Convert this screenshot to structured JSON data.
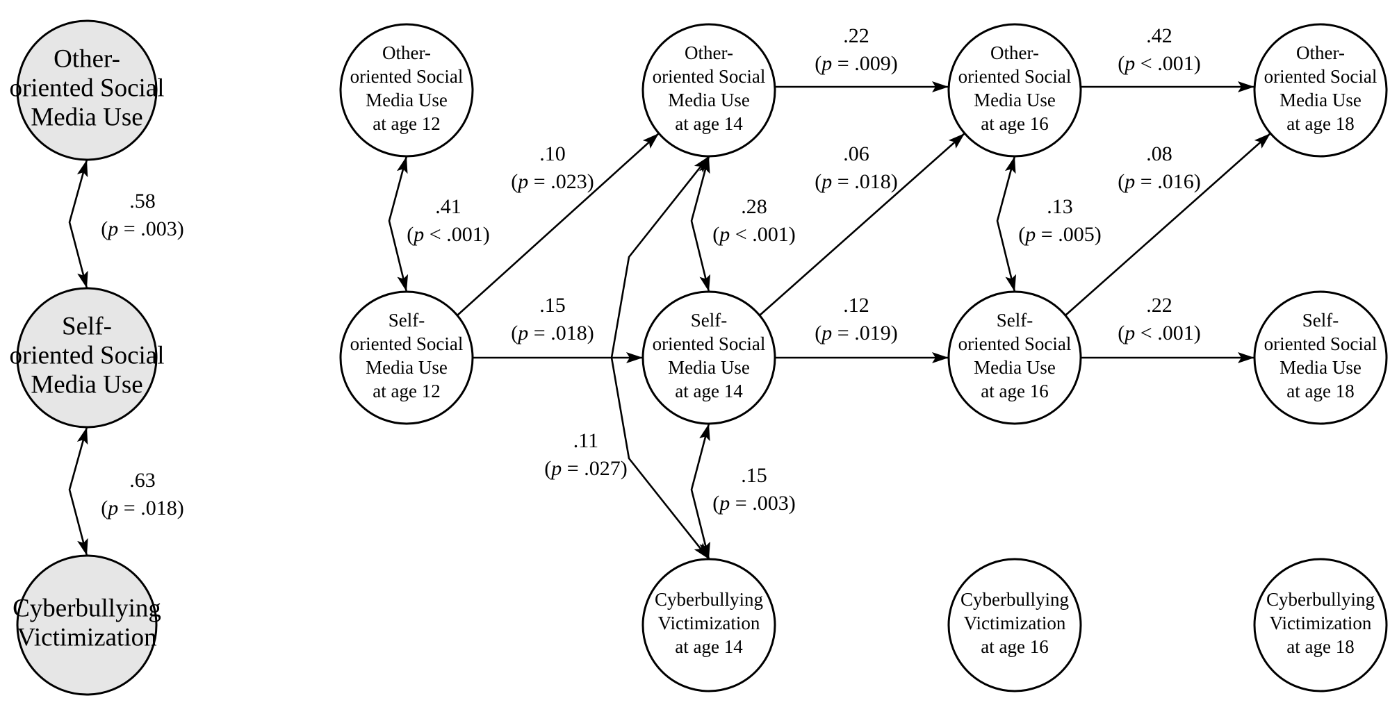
{
  "nodes": [
    {
      "id": "lat_other",
      "lines": [
        "Other-",
        "oriented Social",
        "Media Use"
      ],
      "shade": "#e6e6e6"
    },
    {
      "id": "lat_self",
      "lines": [
        "Self-",
        "oriented Social",
        "Media Use"
      ],
      "shade": "#e6e6e6"
    },
    {
      "id": "lat_cyber",
      "lines": [
        "Cyberbullying",
        "Victimization"
      ],
      "shade": "#e6e6e6"
    },
    {
      "id": "o12",
      "lines": [
        "Other-",
        "oriented Social",
        "Media Use",
        "at age 12"
      ]
    },
    {
      "id": "o14",
      "lines": [
        "Other-",
        "oriented Social",
        "Media Use",
        "at age 14"
      ]
    },
    {
      "id": "o16",
      "lines": [
        "Other-",
        "oriented Social",
        "Media Use",
        "at age 16"
      ]
    },
    {
      "id": "o18",
      "lines": [
        "Other-",
        "oriented Social",
        "Media Use",
        "at age 18"
      ]
    },
    {
      "id": "s12",
      "lines": [
        "Self-",
        "oriented Social",
        "Media Use",
        "at age 12"
      ]
    },
    {
      "id": "s14",
      "lines": [
        "Self-",
        "oriented Social",
        "Media Use",
        "at age 14"
      ]
    },
    {
      "id": "s16",
      "lines": [
        "Self-",
        "oriented Social",
        "Media Use",
        "at age 16"
      ]
    },
    {
      "id": "s18",
      "lines": [
        "Self-",
        "oriented Social",
        "Media Use",
        "at age 18"
      ]
    },
    {
      "id": "c14",
      "lines": [
        "Cyberbullying",
        "Victimization",
        "at age 14"
      ]
    },
    {
      "id": "c16",
      "lines": [
        "Cyberbullying",
        "Victimization",
        "at age 16"
      ]
    },
    {
      "id": "c18",
      "lines": [
        "Cyberbullying",
        "Victimization",
        "at age 18"
      ]
    }
  ],
  "edges": [
    {
      "id": "e_lat_os",
      "from": "lat_other",
      "to": "lat_self",
      "kind": "covariance",
      "coef": ".58",
      "p": "(p = .003)"
    },
    {
      "id": "e_lat_sc",
      "from": "lat_self",
      "to": "lat_cyber",
      "kind": "covariance",
      "coef": ".63",
      "p": "(p = .018)"
    },
    {
      "id": "e_o12_s12",
      "from": "o12",
      "to": "s12",
      "kind": "covariance",
      "coef": ".41",
      "p": "(p < .001)"
    },
    {
      "id": "e_s12_o14",
      "from": "s12",
      "to": "o14",
      "kind": "path",
      "coef": ".10",
      "p": "(p = .023)"
    },
    {
      "id": "e_s12_s14",
      "from": "s12",
      "to": "s14",
      "kind": "path",
      "coef": ".15",
      "p": "(p = .018)"
    },
    {
      "id": "e_o14_c14",
      "from": "o14",
      "to": "c14",
      "kind": "covariance",
      "coef": ".11",
      "p": "(p = .027)"
    },
    {
      "id": "e_o14_s14",
      "from": "o14",
      "to": "s14",
      "kind": "covariance",
      "coef": ".28",
      "p": "(p < .001)"
    },
    {
      "id": "e_s14_c14",
      "from": "s14",
      "to": "c14",
      "kind": "covariance",
      "coef": ".15",
      "p": "(p = .003)"
    },
    {
      "id": "e_o14_o16",
      "from": "o14",
      "to": "o16",
      "kind": "path",
      "coef": ".22",
      "p": "(p = .009)"
    },
    {
      "id": "e_s14_o16",
      "from": "s14",
      "to": "o16",
      "kind": "path",
      "coef": ".06",
      "p": "(p = .018)"
    },
    {
      "id": "e_s14_s16",
      "from": "s14",
      "to": "s16",
      "kind": "path",
      "coef": ".12",
      "p": "(p = .019)"
    },
    {
      "id": "e_o16_s16",
      "from": "o16",
      "to": "s16",
      "kind": "covariance",
      "coef": ".13",
      "p": "(p = .005)"
    },
    {
      "id": "e_o16_o18",
      "from": "o16",
      "to": "o18",
      "kind": "path",
      "coef": ".42",
      "p": "(p < .001)"
    },
    {
      "id": "e_s16_o18",
      "from": "s16",
      "to": "o18",
      "kind": "path",
      "coef": ".08",
      "p": "(p = .016)"
    },
    {
      "id": "e_s16_s18",
      "from": "s16",
      "to": "s18",
      "kind": "path",
      "coef": ".22",
      "p": "(p < .001)"
    }
  ]
}
